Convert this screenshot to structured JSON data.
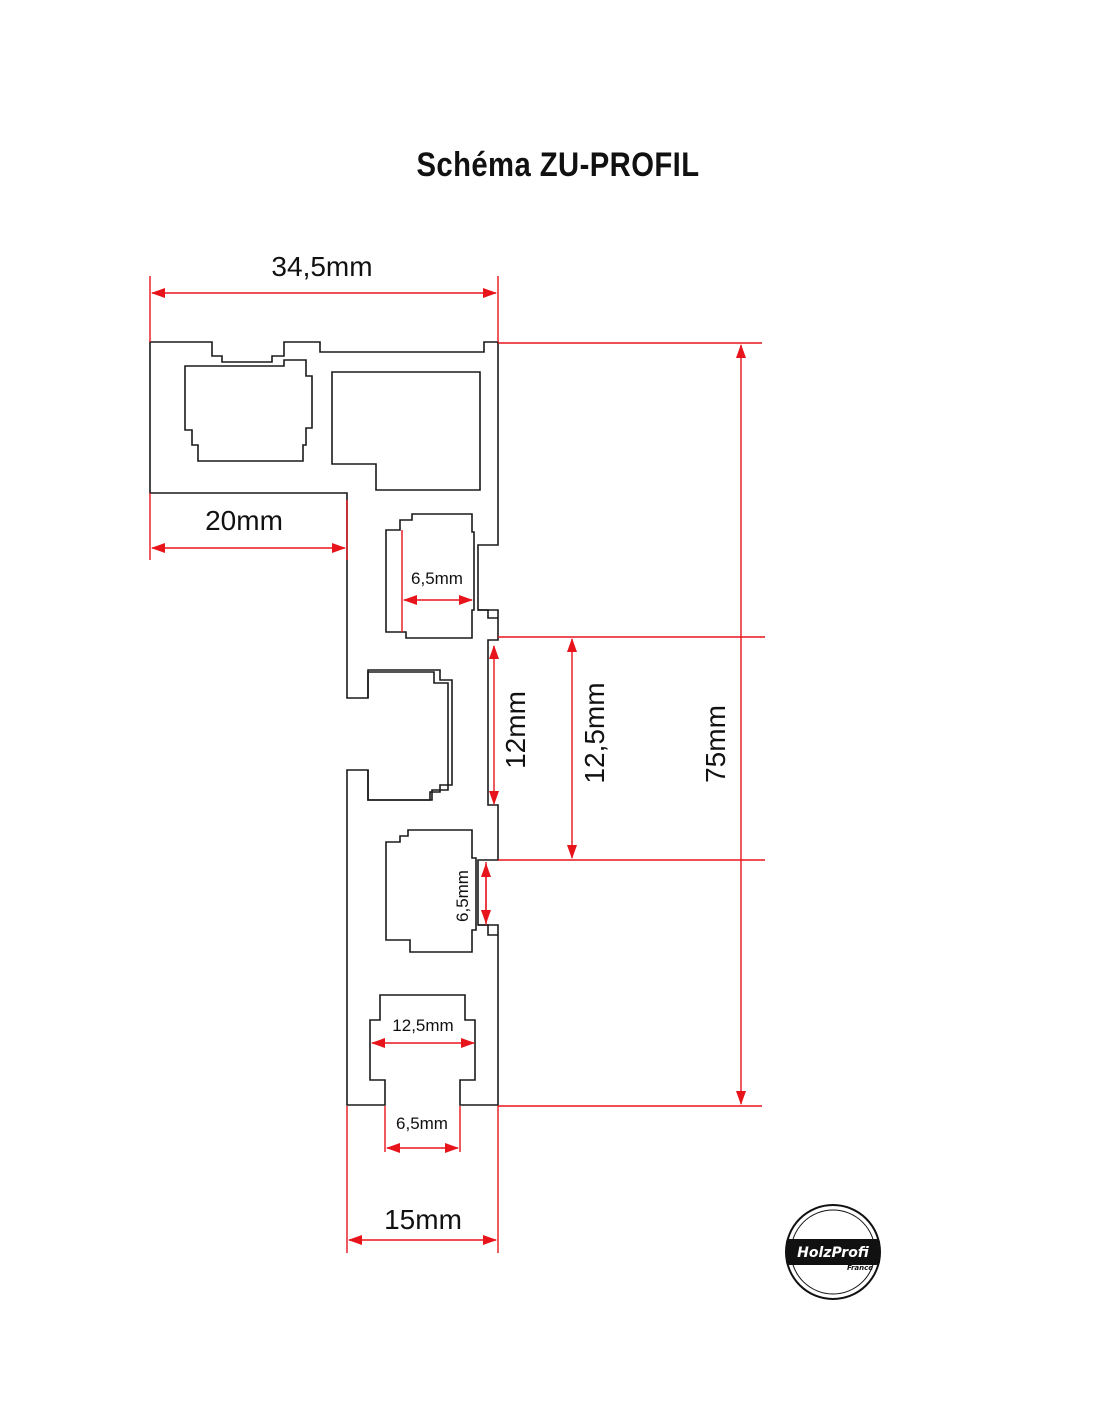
{
  "title": "Schéma ZU-PROFIL",
  "dimensions": {
    "width_total": "34,5mm",
    "width_top_flange": "20mm",
    "slot_width_upper": "6,5mm",
    "inner_height": "12mm",
    "center_height": "12,5mm",
    "total_height": "75mm",
    "slot_width_side": "6,5mm",
    "channel_width": "12,5mm",
    "slot_opening": "6,5mm",
    "width_bottom": "15mm"
  },
  "colors": {
    "outline": "#1a1a1a",
    "dimension": "#e8141b",
    "logo": "#111111"
  },
  "logo": {
    "brand": "HolzProfi",
    "subtitle": "France"
  }
}
